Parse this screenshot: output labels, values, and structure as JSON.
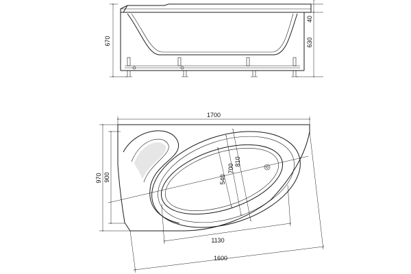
{
  "side_view": {
    "height_total": "670",
    "height_body": "630",
    "rim": "40"
  },
  "plan_view": {
    "length_total": "1700",
    "depth_total": "970",
    "depth_body": "900",
    "basin_length": "1130",
    "diagonal_length": "1600",
    "width_outer": "810",
    "width_mid": "700",
    "width_inner": "540"
  },
  "colors": {
    "line": "#1a1a1a",
    "shade": "#e6e6e6"
  }
}
